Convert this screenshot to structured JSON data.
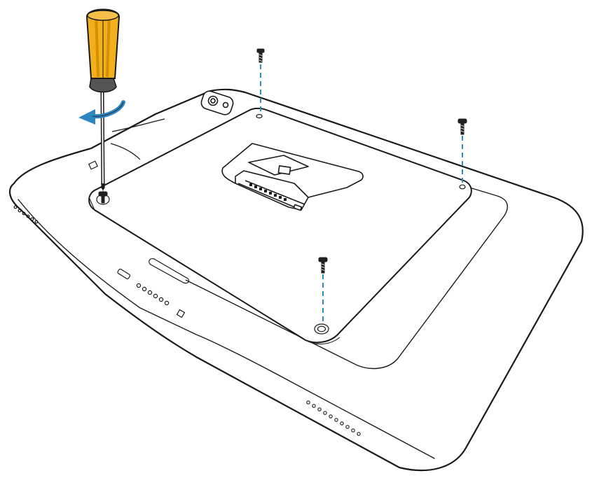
{
  "figure": {
    "kind": "assembly-illustration",
    "subject": "tablet-rear-plate-screw-installation",
    "text_present": false
  },
  "colors": {
    "outline": "#1a1a1a",
    "background": "#ffffff",
    "screwdriver_handle": "#f2b11c",
    "screwdriver_handle_dark": "#d68f00",
    "screwdriver_collar": "#555555",
    "rotation_arrow": "#2e86c1",
    "guide_line": "#2a8fbd",
    "screw": "#1f1f1f"
  },
  "icons": {
    "screwdriver": "screwdriver-icon",
    "rotation": "clockwise-rotation-arrow-icon",
    "screw": "screw-icon"
  },
  "screws": {
    "count": 4
  }
}
